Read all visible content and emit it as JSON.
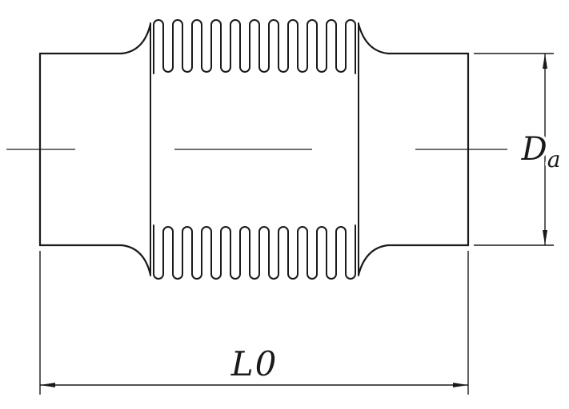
{
  "drawing": {
    "background_color": "#ffffff",
    "line_color": "#1a1a1a",
    "bellows_convolutions": 11,
    "dimensions": {
      "diameter": {
        "symbol": "D",
        "subscript": "a"
      },
      "length": {
        "label": "L0"
      }
    }
  }
}
